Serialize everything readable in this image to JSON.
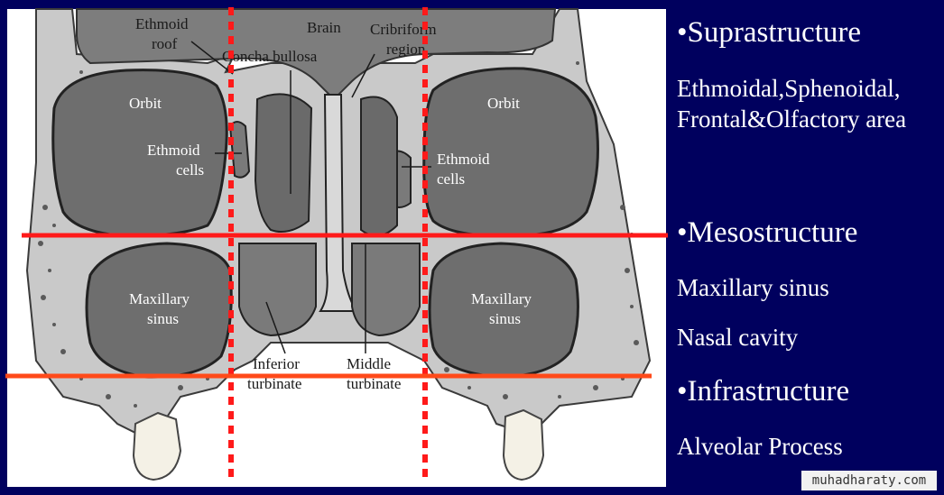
{
  "diagram": {
    "labels": {
      "ethmoid_roof": [
        "Ethmoid",
        "roof"
      ],
      "brain": "Brain",
      "cribriform": [
        "Cribriform",
        "region"
      ],
      "concha_bullosa": "Concha bullosa",
      "orbit_left": "Orbit",
      "orbit_right": "Orbit",
      "ethmoid_cells_left": [
        "Ethmoid",
        "cells"
      ],
      "ethmoid_cells_right": [
        "Ethmoid",
        "cells"
      ],
      "maxillary_left": [
        "Maxillary",
        "sinus"
      ],
      "maxillary_right": [
        "Maxillary",
        "sinus"
      ],
      "inferior_turbinate": [
        "Inferior",
        "turbinate"
      ],
      "middle_turbinate": [
        "Middle",
        "turbinate"
      ]
    }
  },
  "panel": {
    "suprastructure": {
      "title": "•Suprastructure",
      "lines": [
        "Ethmoidal,Sphenoidal,",
        "Frontal&Olfactory area"
      ]
    },
    "mesostructure": {
      "title": "•Mesostructure",
      "lines": [
        "Maxillary sinus",
        "Nasal cavity"
      ]
    },
    "infrastructure": {
      "title": "•Infrastructure",
      "lines": [
        "Alveolar Process"
      ]
    }
  },
  "watermark": "muhadharaty.com",
  "colors": {
    "background": "#00005e",
    "divider_red": "#ff1a1a",
    "divider_orange": "#ff4a1a",
    "text": "#ffffff"
  }
}
